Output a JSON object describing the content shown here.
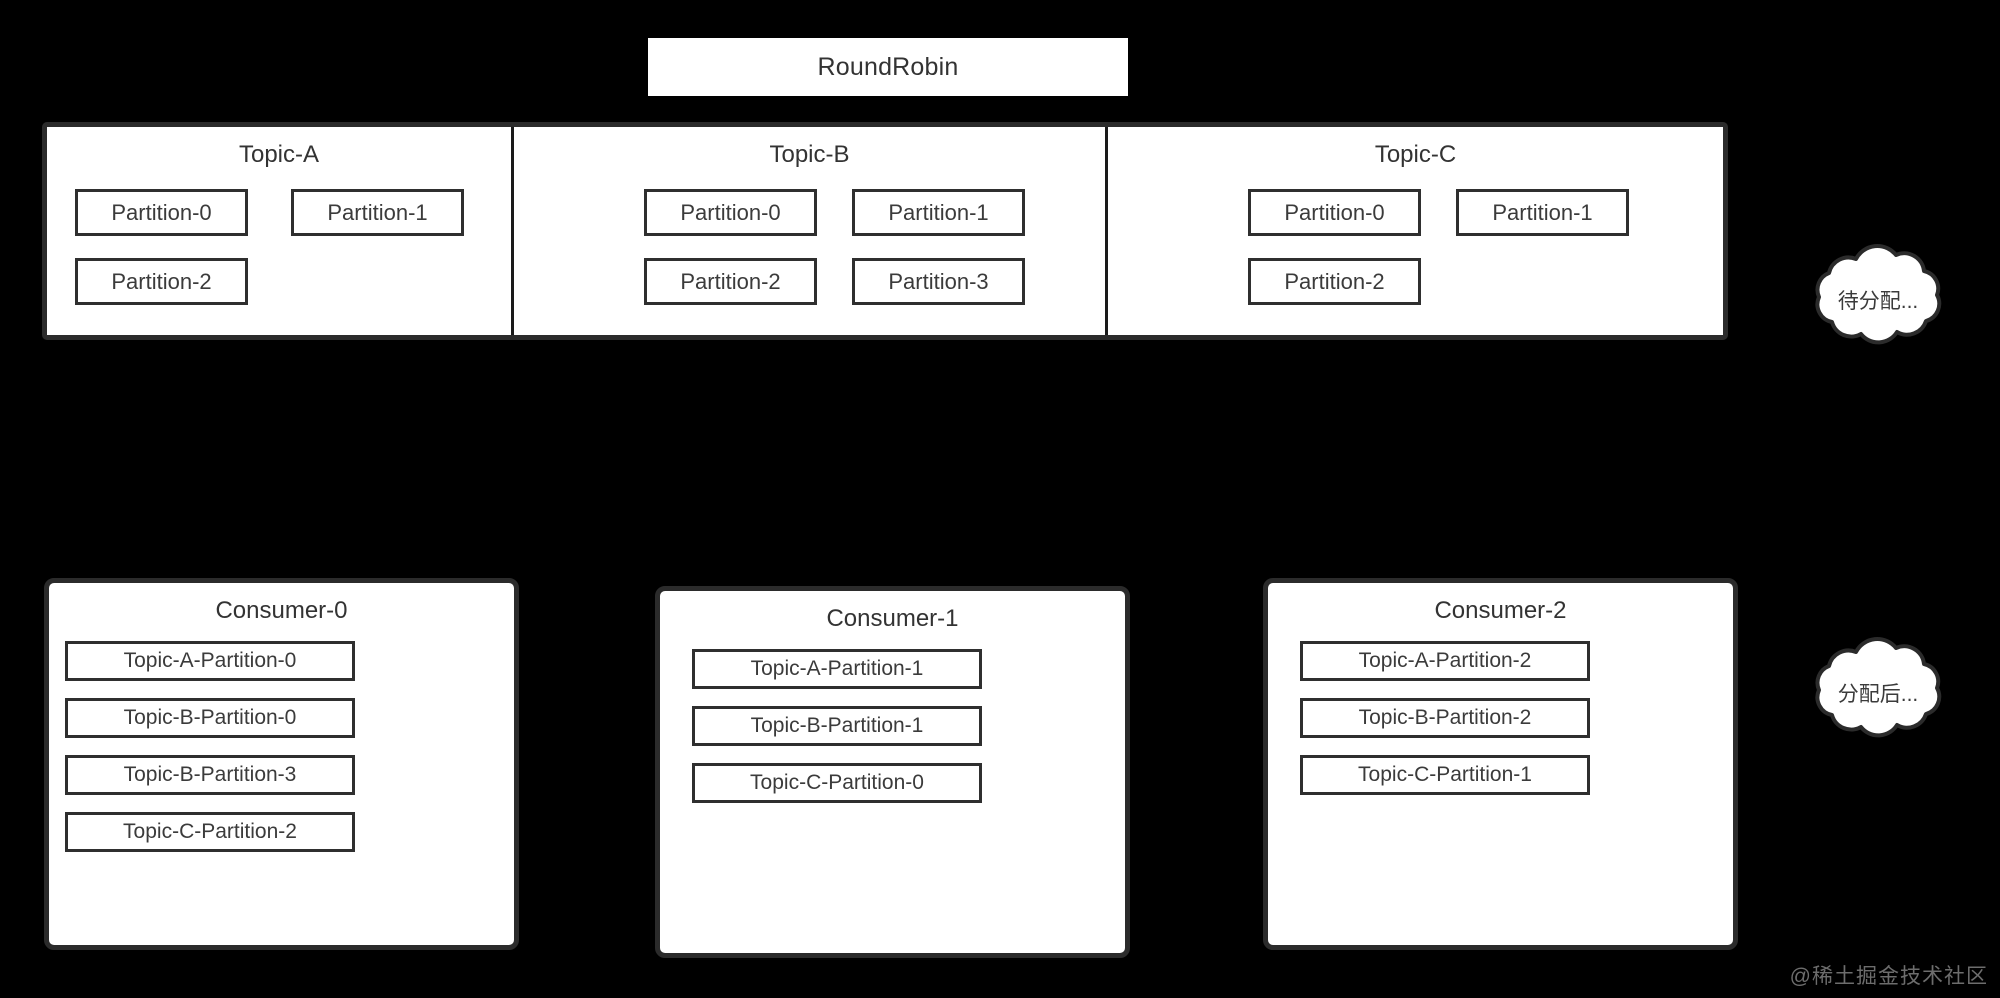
{
  "title_box": {
    "label": "RoundRobin"
  },
  "topics": [
    {
      "name": "Topic-A",
      "rows": [
        [
          "Partition-0",
          "Partition-1"
        ],
        [
          "Partition-2",
          ""
        ]
      ]
    },
    {
      "name": "Topic-B",
      "rows": [
        [
          "Partition-0",
          "Partition-1"
        ],
        [
          "Partition-2",
          "Partition-3"
        ]
      ]
    },
    {
      "name": "Topic-C",
      "rows": [
        [
          "Partition-0",
          "Partition-1"
        ],
        [
          "Partition-2",
          ""
        ]
      ]
    }
  ],
  "consumers": [
    {
      "name": "Consumer-0",
      "assignments": [
        "Topic-A-Partition-0",
        "Topic-B-Partition-0",
        "Topic-B-Partition-3",
        "Topic-C-Partition-2"
      ]
    },
    {
      "name": "Consumer-1",
      "assignments": [
        "Topic-A-Partition-1",
        "Topic-B-Partition-1",
        "Topic-C-Partition-0"
      ]
    },
    {
      "name": "Consumer-2",
      "assignments": [
        "Topic-A-Partition-2",
        "Topic-B-Partition-2",
        "Topic-C-Partition-1"
      ]
    }
  ],
  "clouds": {
    "pending": "待分配...",
    "after": "分配后..."
  },
  "watermark": "@稀土掘金技术社区",
  "colors": {
    "background": "#000000",
    "panel": "#ffffff",
    "border": "#2b2b2b",
    "box_border": "#2f2f2f",
    "text": "#333333"
  }
}
